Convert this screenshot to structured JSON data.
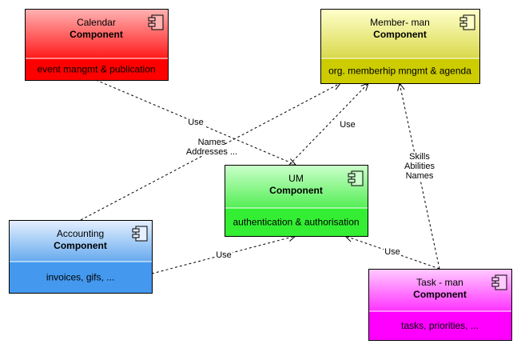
{
  "components": [
    {
      "id": "calendar",
      "name": "Calendar",
      "stereotype": "Component",
      "description": "event mangmt  & publication",
      "top_color": "#ffb3b3",
      "bottom_color": "#ff1a1a",
      "body_color": "#ff0000"
    },
    {
      "id": "member",
      "name": "Member- man",
      "stereotype": "Component",
      "description": "org. memberhip mngmt & agenda",
      "top_color": "#ffffcc",
      "bottom_color": "#d9d94c",
      "body_color": "#cccc00"
    },
    {
      "id": "um",
      "name": "UM",
      "stereotype": "Component",
      "description": "authentication & authorisation",
      "top_color": "#ccffcc",
      "bottom_color": "#55ee55",
      "body_color": "#33ee33"
    },
    {
      "id": "accounting",
      "name": "Accounting",
      "stereotype": "Component",
      "description": "invoices, gifs, ...",
      "top_color": "#e6f0ff",
      "bottom_color": "#66aaee",
      "body_color": "#4499ee"
    },
    {
      "id": "task",
      "name": "Task - man",
      "stereotype": "Component",
      "description": "tasks, priorities, ...",
      "top_color": "#ffccff",
      "bottom_color": "#ff33ff",
      "body_color": "#ff00ff"
    }
  ],
  "edges": [
    {
      "id": "calendar-um",
      "labels": [
        "Use"
      ]
    },
    {
      "id": "um-member",
      "labels": [
        "Use"
      ]
    },
    {
      "id": "accounting-member",
      "labels": [
        "Names",
        "Addresses ..."
      ]
    },
    {
      "id": "accounting-um",
      "labels": [
        "Use"
      ]
    },
    {
      "id": "task-um",
      "labels": [
        "Use"
      ]
    },
    {
      "id": "task-member",
      "labels": [
        "Skills",
        "Abilities",
        "Names"
      ]
    }
  ]
}
